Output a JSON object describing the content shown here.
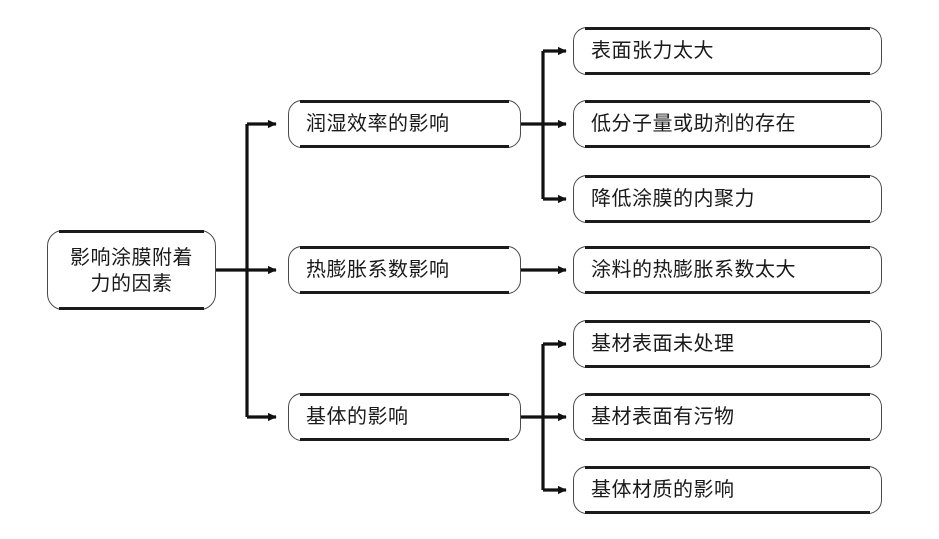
{
  "diagram": {
    "title": "影响涂膜附着力的因素",
    "type": "tree-mindmap",
    "orientation": "left-to-right",
    "background_color": "#ffffff",
    "node_border_color": "#4a4a4a",
    "node_bar_color": "#1b1b1b",
    "edge_color": "#111111",
    "text_color": "#1a1a1a",
    "root": {
      "id": "root",
      "label": "影响涂膜附着\n力的因素"
    },
    "branches": [
      {
        "id": "branch-wetting",
        "label": "润湿效率的影响",
        "children": [
          {
            "id": "leaf-surface-tension",
            "label": "表面张力太大"
          },
          {
            "id": "leaf-low-molecular",
            "label": "低分子量或助剂的存在"
          },
          {
            "id": "leaf-cohesion",
            "label": "降低涂膜的内聚力"
          }
        ]
      },
      {
        "id": "branch-thermal",
        "label": "热膨胀系数影响",
        "children": [
          {
            "id": "leaf-coating-cte",
            "label": "涂料的热膨胀系数太大"
          }
        ]
      },
      {
        "id": "branch-substrate",
        "label": "基体的影响",
        "children": [
          {
            "id": "leaf-untreated",
            "label": "基材表面未处理"
          },
          {
            "id": "leaf-contaminated",
            "label": "基材表面有污物"
          },
          {
            "id": "leaf-material",
            "label": "基体材质的影响"
          }
        ]
      }
    ]
  }
}
